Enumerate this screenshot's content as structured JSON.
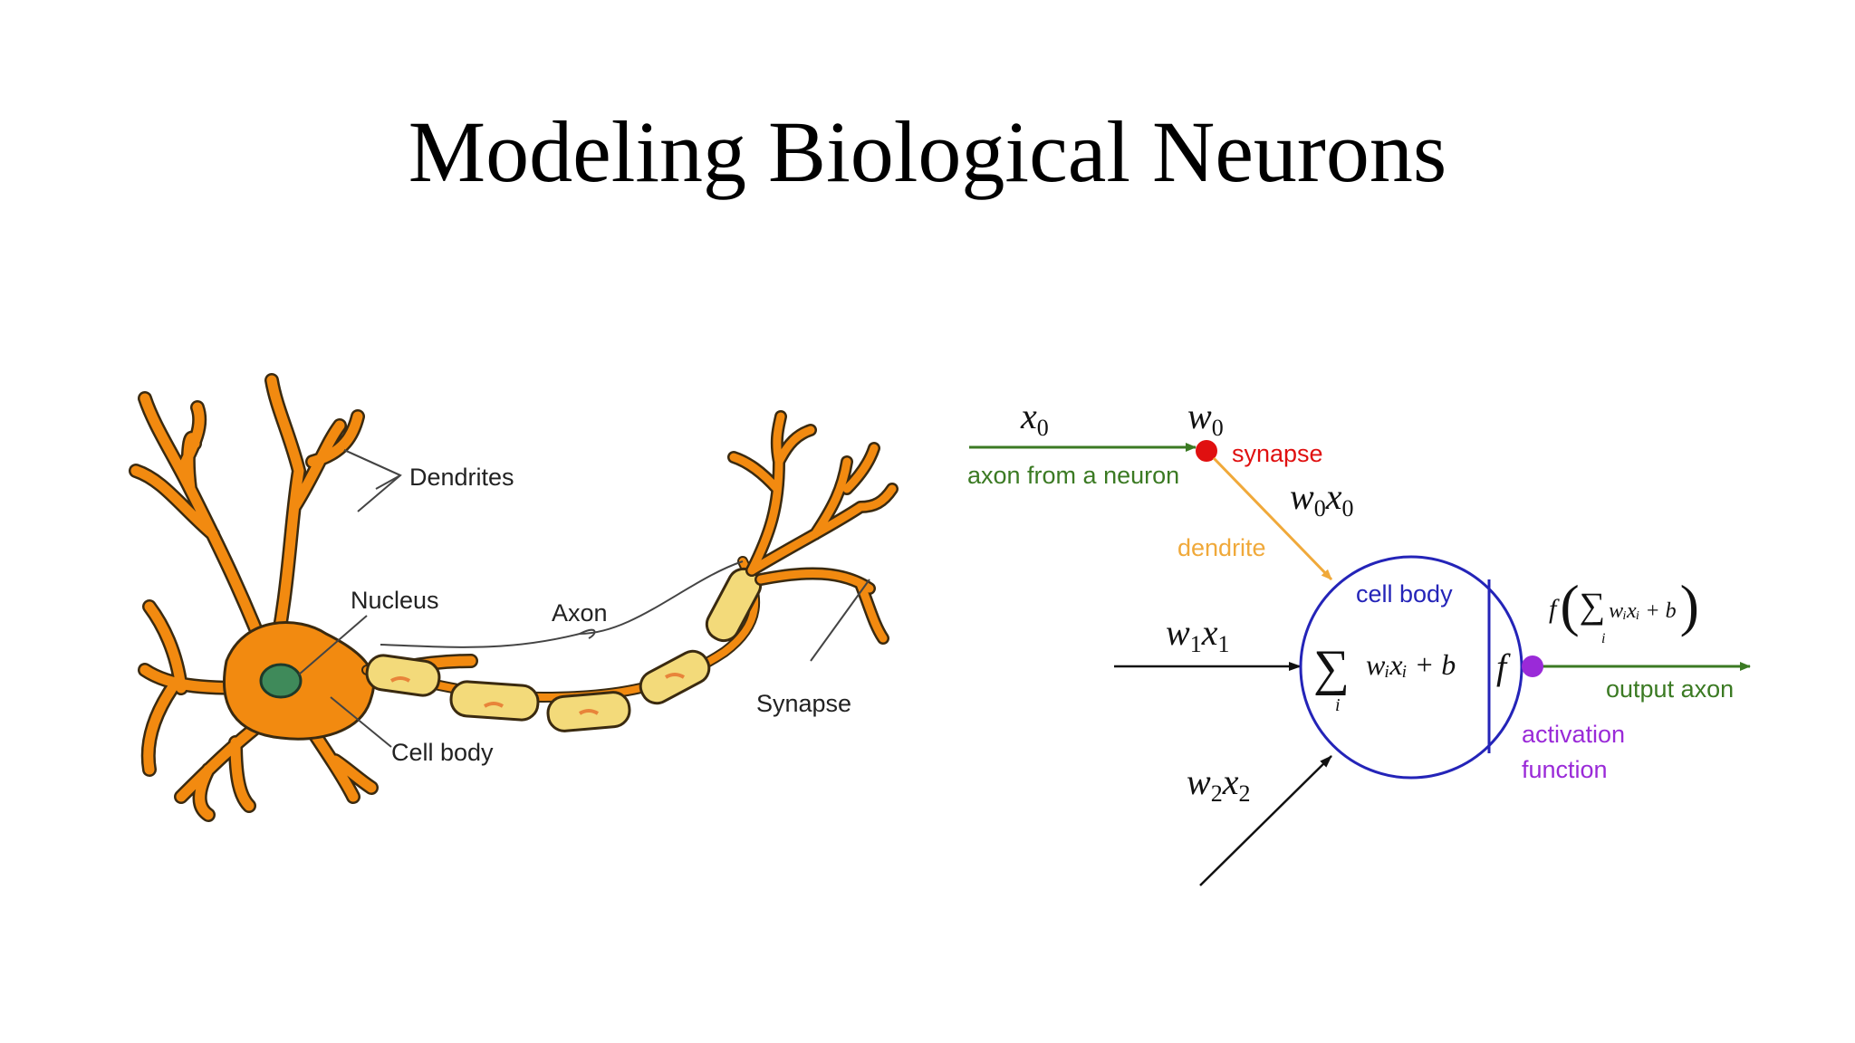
{
  "title": "Modeling Biological Neurons",
  "bio": {
    "dendrites": "Dendrites",
    "nucleus": "Nucleus",
    "axon": "Axon",
    "synapse": "Synapse",
    "cell_body": "Cell body"
  },
  "model": {
    "x0": "x",
    "x0_sub": "0",
    "w0": "w",
    "w0_sub": "0",
    "synapse": "synapse",
    "axon_from": "axon from a neuron",
    "w0x0_a": "w",
    "w0x0_sub1": "0",
    "w0x0_b": "x",
    "w0x0_sub2": "0",
    "dendrite": "dendrite",
    "cell_body": "cell body",
    "w1x1_a": "w",
    "w1x1_sub1": "1",
    "w1x1_b": "x",
    "w1x1_sub2": "1",
    "w2x2_a": "w",
    "w2x2_sub1": "2",
    "w2x2_b": "x",
    "w2x2_sub2": "2",
    "sum_symbol": "∑",
    "sum_index": "i",
    "sum_expr": "wᵢxᵢ + b",
    "f": "f",
    "out_f": "f",
    "out_expr": "wᵢxᵢ + b",
    "output_axon": "output axon",
    "activation1": "activation",
    "activation2": "function"
  },
  "colors": {
    "neuron_orange": "#f28a10",
    "neuron_stroke": "#3a2a10",
    "nucleus_green": "#3f8a5a",
    "myelin_yellow": "#f3da7a",
    "green": "#3b7a23",
    "red": "#e01010",
    "orange": "#f0a93a",
    "blue": "#2424b8",
    "purple": "#9a2ad8",
    "black": "#111111"
  }
}
